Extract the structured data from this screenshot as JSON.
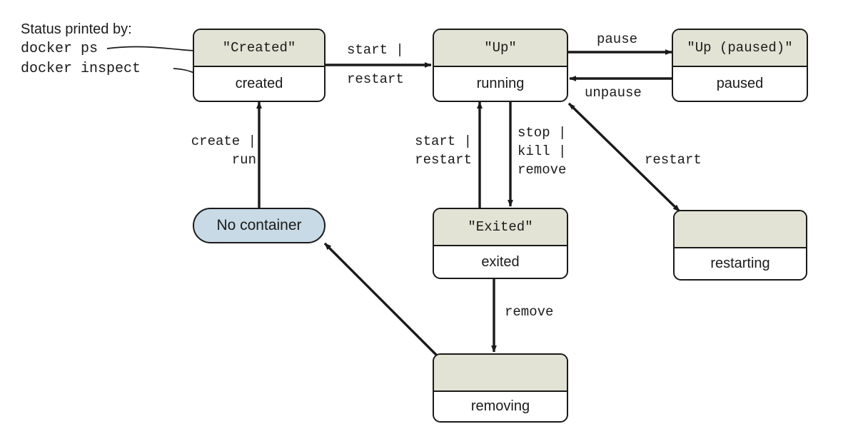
{
  "diagram": {
    "title": "Docker container lifecycle state diagram",
    "colors": {
      "header_fill": "#e2e3d4",
      "body_fill": "#ffffff",
      "pill_fill": "#c8dae5",
      "stroke": "#1a1a1a",
      "background": "#ffffff"
    }
  },
  "caption": {
    "line1": "Status printed by:",
    "line2": "docker ps",
    "line3": "docker inspect"
  },
  "nodes": {
    "created": {
      "ps_status": "\"Created\"",
      "inspect_status": "created"
    },
    "up": {
      "ps_status": "\"Up\"",
      "inspect_status": "running"
    },
    "up_paused": {
      "ps_status": "\"Up (paused)\"",
      "inspect_status": "paused"
    },
    "no_container": {
      "label": "No container"
    },
    "exited": {
      "ps_status": "\"Exited\"",
      "inspect_status": "exited"
    },
    "restarting": {
      "ps_status": "",
      "inspect_status": "restarting"
    },
    "removing": {
      "ps_status": "",
      "inspect_status": "removing"
    }
  },
  "edges": {
    "create_run": {
      "line1": "create |",
      "line2": "run"
    },
    "start_restart_1": {
      "line1": "start |",
      "line2": "restart"
    },
    "pause": {
      "label": "pause"
    },
    "unpause": {
      "label": "unpause"
    },
    "start_restart_2": {
      "line1": "start |",
      "line2": "restart"
    },
    "stop_kill_remove": {
      "line1": "stop |",
      "line2": "kill |",
      "line3": "remove"
    },
    "restart_diag": {
      "label": "restart"
    },
    "remove": {
      "label": "remove"
    }
  }
}
